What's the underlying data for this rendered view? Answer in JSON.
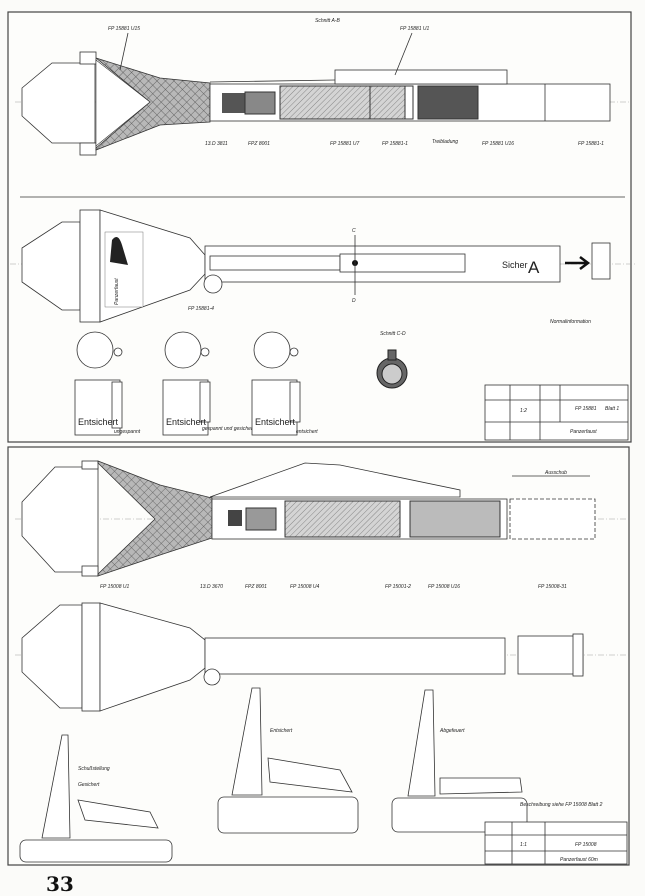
{
  "page_number": "33",
  "sheet1": {
    "section_ab": {
      "title": "Schnitt A-B",
      "labels_top": [
        "FP 15881 U15",
        "FP 15881 U1"
      ],
      "labels_bottom": [
        "13.D 3811",
        "FPZ 8001",
        "FP 15881 U7",
        "FP 15881-1",
        "FP 15881 U16",
        "FP 15881-1"
      ],
      "note": "Treibladung"
    },
    "side_view": {
      "label_head": "Panzerfaust",
      "label_sicher": "Sicher",
      "label_A": "A",
      "label_c": "C",
      "label_d": "D",
      "label_part": "FP 15881-4",
      "note_right": "Normalinformation"
    },
    "section_cd": {
      "title": "Schnitt C-D"
    },
    "safety_states": [
      {
        "label": "Entsichert",
        "caption": "ungespannt"
      },
      {
        "label": "Entsichert",
        "caption": "gespannt und gesichert"
      },
      {
        "label": "Entsichert",
        "caption": "entsichert"
      }
    ],
    "title_block": {
      "drawing_no": "FP 15881",
      "sheet": "Blatt 1",
      "scale": "1:2",
      "name": "Panzerfaust"
    }
  },
  "sheet2": {
    "section": {
      "labels_bottom": [
        "FP 15008 U1",
        "13.D 3670",
        "FPZ 8001",
        "FP 15008 U4",
        "FP 15001-2",
        "FP 15008 U16",
        "FP 15008-31"
      ],
      "dimension": "Ausschub"
    },
    "mechanism_views": [
      {
        "label": "Schußstellung",
        "sub": "Gesichert"
      },
      {
        "label": "Entsichert"
      },
      {
        "label": "Abgefeuert"
      }
    ],
    "note_right": "Beschreibung siehe FP 15008 Blatt 2",
    "title_block": {
      "drawing_no": "FP 15008",
      "scale": "1:1",
      "name": "Panzerfaust 60m"
    }
  }
}
